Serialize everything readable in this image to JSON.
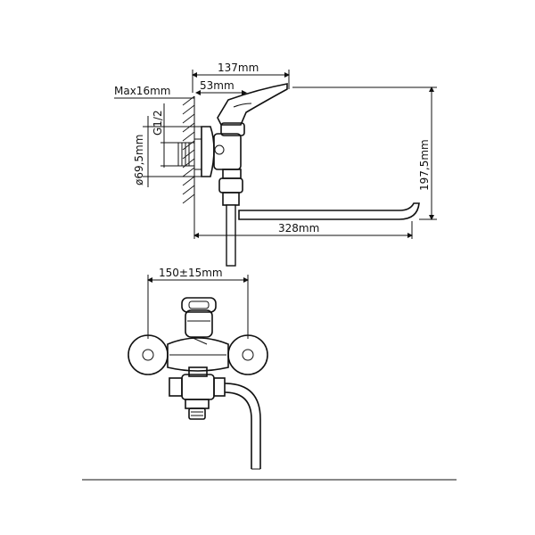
{
  "dimensions": {
    "body_length": "137mm",
    "inlet_offset": "53mm",
    "wall_max": "Max16mm",
    "thread": "G1/2",
    "flange_diameter": "ø69,5mm",
    "height": "197,5mm",
    "spout_length": "328mm",
    "center_distance": "150±15mm"
  }
}
